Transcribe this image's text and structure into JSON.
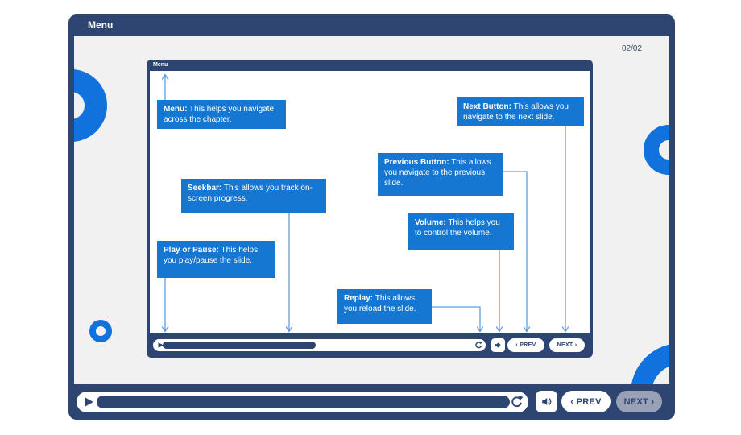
{
  "colors": {
    "frame_navy": "#2F4571",
    "content_bg": "#F1F1F2",
    "callout_blue": "#1677D2",
    "shape_blue": "#1272DD",
    "connector_blue": "#5F9FE0",
    "next_disabled_gray": "#98A1B5"
  },
  "icons": {
    "play": "play-triangle",
    "replay": "circular-arrow",
    "volume": "speaker-with-waves"
  },
  "window": {
    "title": "Menu",
    "page_counter": "02/02"
  },
  "outer_controls": {
    "prev_label": "‹ PREV",
    "next_label": "NEXT ›",
    "progress_percent": 100
  },
  "slide": {
    "title": "Menu",
    "callouts": [
      {
        "label": "Menu:",
        "text": " This helps you navigate across the chapter."
      },
      {
        "label": "Next Button:",
        "text": " This allows you navigate to the next slide."
      },
      {
        "label": "Previous Button:",
        "text": " This allows you navigate to the previous slide."
      },
      {
        "label": "Seekbar:",
        "text": " This allows you track on-screen progress."
      },
      {
        "label": "Volume:",
        "text": " This helps you to control the volume."
      },
      {
        "label": "Play or Pause:",
        "text": " This helps you play/pause the slide."
      },
      {
        "label": "Replay:",
        "text": " This allows you reload the slide."
      }
    ],
    "controls": {
      "prev_label": "‹ PREV",
      "next_label": "NEXT ›",
      "progress_percent": 50
    }
  }
}
